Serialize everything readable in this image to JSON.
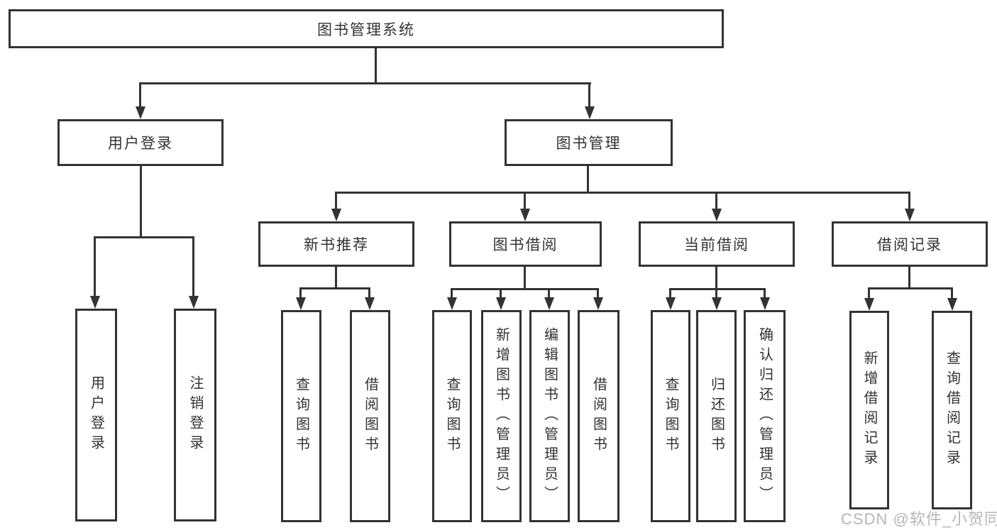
{
  "diagram": {
    "title": "图书管理系统",
    "watermark": "CSDN @软件_小贺同学",
    "colors": {
      "background": "#ffffff",
      "line": "#333333",
      "box_border": "#333333",
      "box_fill": "#ffffff",
      "text": "#333333",
      "watermark": "#adadad"
    },
    "nodes": {
      "root": "图书管理系统",
      "user_login": "用户登录",
      "book_mgmt": "图书管理",
      "new_book_rec": "新书推荐",
      "book_borrow": "图书借阅",
      "current_borrow": "当前借阅",
      "borrow_record": "借阅记录",
      "user_login_leaf": "用户登录",
      "logout_leaf": "注销登录",
      "nb_query": "查询图书",
      "nb_borrow": "借阅图书",
      "bb_query": "查询图书",
      "bb_add": "新增图书（管理员）",
      "bb_edit": "编辑图书（管理员）",
      "bb_borrow": "借阅图书",
      "cb_query": "查询图书",
      "cb_return": "归还图书",
      "cb_confirm": "确认归还（管理员）",
      "br_add": "新增借阅记录",
      "br_query": "查询借阅记录"
    },
    "hierarchy": {
      "图书管理系统": {
        "用户登录": [
          "用户登录",
          "注销登录"
        ],
        "图书管理": {
          "新书推荐": [
            "查询图书",
            "借阅图书"
          ],
          "图书借阅": [
            "查询图书",
            "新增图书（管理员）",
            "编辑图书（管理员）",
            "借阅图书"
          ],
          "当前借阅": [
            "查询图书",
            "归还图书",
            "确认归还（管理员）"
          ],
          "借阅记录": [
            "新增借阅记录",
            "查询借阅记录"
          ]
        }
      }
    }
  }
}
